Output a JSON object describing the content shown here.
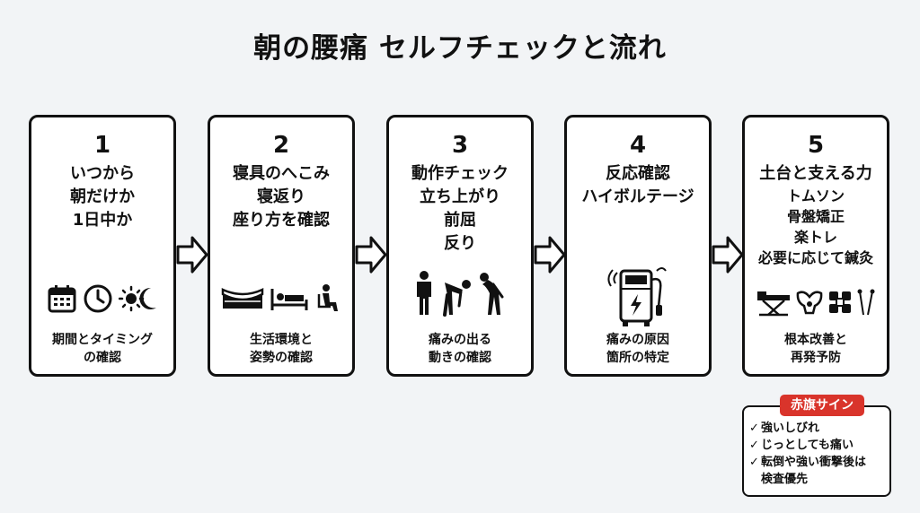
{
  "title": "朝の腰痛 セルフチェックと流れ",
  "steps": [
    {
      "number": "1",
      "lines": [
        "いつから",
        "朝だけか",
        "1日中か"
      ],
      "caption": [
        "期間とタイミング",
        "の確認"
      ],
      "icons": [
        "calendar-icon",
        "clock-icon",
        "sun-moon-icon"
      ]
    },
    {
      "number": "2",
      "lines": [
        "寝具のへこみ",
        "寝返り",
        "座り方を確認"
      ],
      "caption": [
        "生活環境と",
        "姿勢の確認"
      ],
      "icons": [
        "mattress-icon",
        "sleeping-person-icon",
        "sitting-person-icon"
      ]
    },
    {
      "number": "3",
      "lines": [
        "動作チェック",
        "立ち上がり",
        "前屈",
        "反り"
      ],
      "caption": [
        "痛みの出る",
        "動きの確認"
      ],
      "icons": [
        "standing-person-icon",
        "bending-forward-icon",
        "bending-back-icon"
      ]
    },
    {
      "number": "4",
      "lines": [
        "反応確認",
        "ハイボルテージ"
      ],
      "caption": [
        "痛みの原因",
        "箇所の特定"
      ],
      "icons": [
        "high-voltage-machine-icon"
      ]
    },
    {
      "number": "5",
      "lines": [
        "土台と支える力",
        "トムソン",
        "骨盤矯正",
        "楽トレ",
        "必要に応じて鍼灸"
      ],
      "caption": [
        "根本改善と",
        "再発予防"
      ],
      "icons": [
        "treatment-table-icon",
        "pelvis-icon",
        "ems-pads-icon",
        "acupuncture-needles-icon"
      ]
    }
  ],
  "red_flag": {
    "label": "赤旗サイン",
    "items": [
      {
        "lines": [
          "強いしびれ"
        ]
      },
      {
        "lines": [
          "じっとしても痛い"
        ]
      },
      {
        "lines": [
          "転倒や強い衝撃後は",
          "検査優先"
        ]
      }
    ],
    "check_icon": "✓",
    "accent_color": "#d9342b"
  }
}
